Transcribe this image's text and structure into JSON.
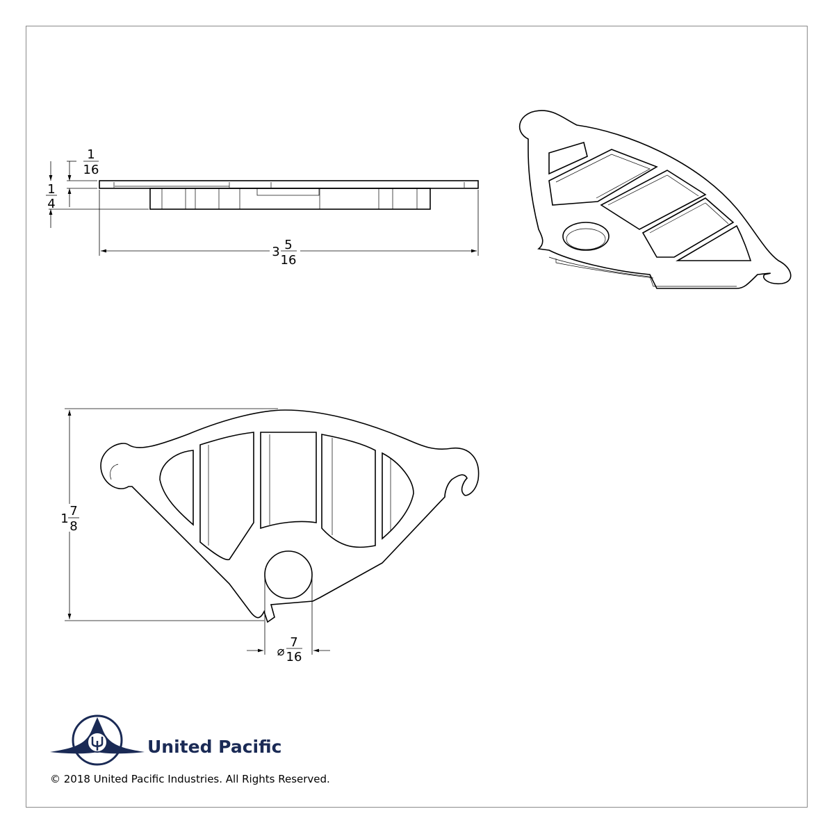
{
  "dimensions": {
    "flange_thickness": {
      "num": "1",
      "den": "16"
    },
    "total_height": {
      "num": "1",
      "den": "4"
    },
    "overall_width": {
      "whole": "3",
      "num": "5",
      "den": "16"
    },
    "overall_depth": {
      "whole": "1",
      "num": "7",
      "den": "8"
    },
    "hole_diameter": {
      "symbol": "⌀",
      "num": "7",
      "den": "16"
    }
  },
  "branding": {
    "company": "United Pacific",
    "copyright": "© 2018 United Pacific Industries. All Rights Reserved.",
    "brand_color": "#1a2a55"
  }
}
